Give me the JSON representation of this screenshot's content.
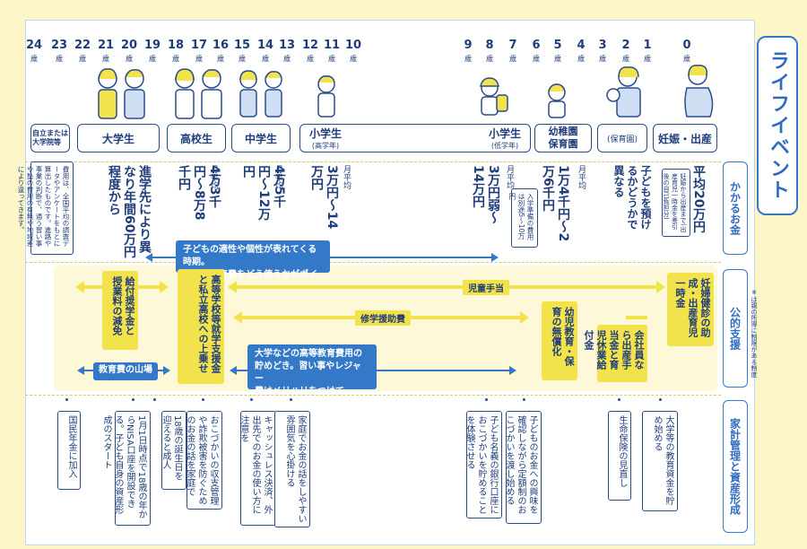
{
  "title": "ライフイベント",
  "sections": [
    "かかるお金",
    "公的支援",
    "家計管理と資産形成"
  ],
  "ages": [
    "24",
    "23",
    "22",
    "21",
    "20",
    "19",
    "18",
    "17",
    "16",
    "15",
    "14",
    "13",
    "12",
    "11",
    "10",
    "9",
    "8",
    "7",
    "6",
    "5",
    "4",
    "3",
    "2",
    "1",
    "0"
  ],
  "age_unit": "歳",
  "stages": {
    "jiritsu": "自立または\n大学院等",
    "daigaku": "大学生",
    "koukou": "高校生",
    "chugaku": "中学生",
    "shougaku_high": "小学生",
    "shougaku_high_sub": "(高学年)",
    "shougaku_low": "小学生",
    "shougaku_low_sub": "(低学年)",
    "youchien": "幼稚園\n保育園",
    "hoikuen": "(保育園)",
    "ninshin": "妊娠・出産"
  },
  "costs": {
    "note_left": "費用は、全国平均の調査データやアンケートをもとに算出したものです。進路や事業の判断で、通う習い事や塾の費用の有無や地域差により違ってきます。",
    "daigaku": "進学先により異なり年間60万円程度から",
    "koukou_prefix": "月平均",
    "koukou": "4万3千円〜8万8千円",
    "chugaku_prefix": "月平均",
    "chugaku": "4万5千円〜12万円",
    "shougaku_high_prefix": "月平均",
    "shougaku_high": "3万円〜14万円",
    "shougaku_low_prefix": "月平均",
    "shougaku_low": "3万円弱〜14万円",
    "youchien_prefix": "月平均",
    "youchien": "1万4千円〜2万6千円",
    "youchien_note": "入学準備の費用は別途5〜10万円",
    "hoikuen": "子どもを預けるかどうかで異なる",
    "ninshin": "平均20万円",
    "ninshin_note": "妊娠から出産まで(出産育児一時金を差引後の自己負担分)"
  },
  "blue_notes": {
    "top": "子どもの適性や個性が表れてくる時期。\n学校外教育費をどう使うかがポイント",
    "mid": "大学などの高等教育費用の\n貯めどき。習い事やレジャー\n費はメリハリをつけて",
    "peak": "教育費の山場"
  },
  "support": {
    "kyufu": "給付奨学金と授業料の減免",
    "koukou_shien": "高等学校等就学支援金と私立高校への上乗せ",
    "jidou": "児童手当",
    "shugaku": "修学援助費",
    "mushouka": "幼児教育・保育の無償化",
    "kaishain": "会社員なら出産手当金と育児休業給付金",
    "ninpu": "妊婦健診の助成・出産育児一時金",
    "note": "※は親の所得に制限がある制度"
  },
  "household": [
    "国民年金に加入",
    "1月1日時点で18歳の年からNISA口座を開設できる。子ども自身の資産形成のスタート",
    "18歳の誕生日を迎えると成人",
    "おこづかいの収支管理や詐欺被害を防ぐためのお金の話を家庭で",
    "キャッシュレス決済、外出先でのお金の使い方に注意を",
    "家庭でお金の話をしやすい雰囲気を心掛ける",
    "子ども名義の銀行口座におこづかいを貯めることを体験させる",
    "子どものお金への興味を確認しながら定額制のおこづかいを渡し始める",
    "生命保険の見直し",
    "大学等の教育資金を貯め始める"
  ],
  "colors": {
    "navy": "#1f3d7a",
    "blue": "#3478c8",
    "yellow": "#f2e24b",
    "cream": "#fdf6c9"
  }
}
